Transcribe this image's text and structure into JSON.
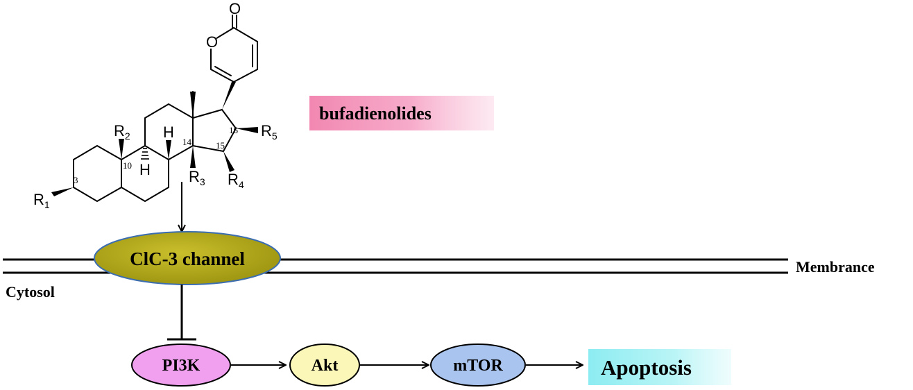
{
  "structure": {
    "ring_oxygen": "O",
    "carbonyl_oxygen": "O",
    "hydrogen_h8": "H",
    "hydrogen_h9": "H",
    "sub_r1": {
      "letter": "R",
      "sub": "1"
    },
    "sub_r2": {
      "letter": "R",
      "sub": "2"
    },
    "sub_r3": {
      "letter": "R",
      "sub": "3"
    },
    "sub_r4": {
      "letter": "R",
      "sub": "4"
    },
    "sub_r5": {
      "letter": "R",
      "sub": "5"
    },
    "locant_3": "3",
    "locant_10": "10",
    "locant_14": "14",
    "locant_15": "15",
    "locant_16": "16"
  },
  "labels": {
    "compound_class": "bufadienolides",
    "channel": "ClC-3 channel",
    "membrane": "Membrance",
    "cytosol": "Cytosol"
  },
  "pathway": {
    "nodes": [
      "PI3K",
      "Akt",
      "mTOR"
    ],
    "outcome": "Apoptosis"
  },
  "colors": {
    "bufadienolides_highlight": "#f07aa8",
    "channel_fill": "#b2a814",
    "channel_stroke": "#3b6db0",
    "pi3k_fill": "#f0a0ee",
    "akt_fill": "#fbf7b8",
    "mtor_fill": "#a9c4ee",
    "apoptosis_highlight": "#a8f2f4"
  }
}
